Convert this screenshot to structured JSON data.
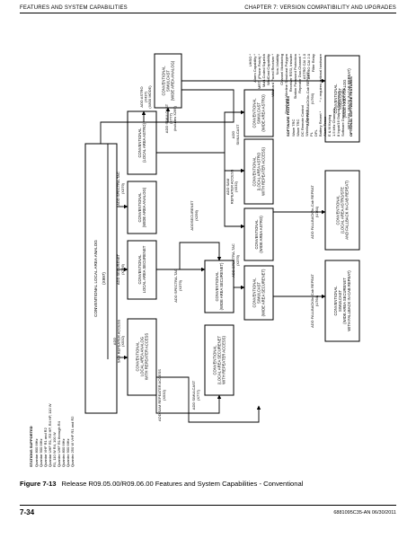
{
  "header": {
    "left": "Features and System Capabilities",
    "right": "Chapter 7: Version Compatibility and Upgrades"
  },
  "caption": {
    "label": "Figure 7-13",
    "text": "Release R09.05.00/R09.06.00 Features and System Capabilities - Conventional"
  },
  "footer": {
    "page_number": "7-34",
    "doc_ref": "6881095C35-AN   06/30/2011"
  },
  "stations": {
    "title": "STATIONS SUPPORTED",
    "items": [
      "Quantar 800 MHz",
      "Quantar 900 MHz",
      "Quantar VHF R1 and R2",
      "Quantar UHF R1, R3 HP, R4 HP, 110 W",
      "R1, 110 W R4, 100 W",
      "Quantro UHF R1 through R4",
      "Quantro 800 MHz",
      "Quantro 900 MHz",
      "Quantro 250 W VHF R1 and R2"
    ]
  },
  "software": {
    "title": "SOFTWARE FEATURES",
    "items": [
      "Wave TRC",
      "Wave TRC",
      "DC Remote Control",
      "Wireline Squelch",
      "PL",
      "DPL",
      "Battery Revert *",
      "Alarm Tones",
      "E & M Keying",
      "1.5 kHz Channels",
      "8 Input/16 Output Reference",
      "Software Download Capability"
    ],
    "optional_title": "OPTIONAL SOFTWARE FEATURES",
    "optional_items": [
      "UHSO *",
      "Alarm Capability *",
      "MRTI (Phone Patch) *",
      "Multi-Coded Squelch",
      "WildCard Capability",
      "Wildcard Paced Receiver *",
      "Non-Volatility",
      "Channel Monitoring",
      "Simulcast Wireline Simulcast Polygon",
      "Receiver RSSI, Intruder",
      "Station Password Protection",
      "Repeater Duo-Channel *",
      "ASTRO CAI 1.0",
      "ASTRO CAI 2.0",
      "Filter Relay"
    ],
    "footnote": "* = requires optional hardware"
  },
  "diagram": {
    "main_title": "CONVENTIONAL LOCAL AREA ANALOG",
    "main_code": "(X997)",
    "nodes": {
      "sam": [
        "CONVENTIONAL",
        "LOCAL AREA ANALOG",
        "WITH REPEATER ACCESS"
      ],
      "securenet": [
        "CONVENTIONAL",
        "LOCAL AREA SECURENET"
      ],
      "wide_analog_spectra": [
        "CONVENTIONAL",
        "(WIDE AREA ANALOG)"
      ],
      "astro_local": [
        "CONVENTIONAL",
        "(LOCAL AREA ASTRO)"
      ],
      "wide_analog_simulcast": [
        "CONVENTIONAL",
        "SIMULCAST",
        "(WIDE AREA ANALOG)"
      ],
      "local_sn_rep": [
        "CONVENTIONAL",
        "(LOCAL AREA SECURENET",
        "WITH REPEATER ACCESS)"
      ],
      "wide_securenet": [
        "CONVENTIONAL",
        "(WIDE AREA SECURENET)"
      ],
      "wide_astro_spectra": [
        "CONVENTIONAL",
        "(WIDE AREA ASTRO)"
      ],
      "astro_rep": [
        "CONVENTIONAL",
        "(LOCAL AREA ASTRO",
        "WITH REPEATER ACCESS)"
      ],
      "wide_astro_simulcast": [
        "CONVENTIONAL",
        "SIMULCAST",
        "(WIDE AREA ASTRO)"
      ],
      "wide_sn_simulcast": [
        "CONVENTIONAL",
        "SIMULCAST",
        "(WIDE AREA SECURENET)"
      ],
      "fb_securenet": [
        "CONVENTIONAL",
        "SIMULCAST",
        "(WIDE AREA SECURENET",
        "WITH FALLBACK IN-CAB REPEAT)"
      ],
      "fb_astro": [
        "CONVENTIONAL",
        "(LOCAL AREA ASTRO/STE",
        "AND FALLBACK IN-CAB REPEAT)"
      ],
      "fb_analog": [
        "CONVENTIONAL",
        "SIMULCAST",
        "(WIDE AREA ANALOG",
        "WITH FALLBACK IN-CAB REPEAT)"
      ]
    },
    "edges": {
      "add_sam": [
        "ADD",
        "SAM REPEATER ACCESS",
        "(X532)"
      ],
      "add_securenet": [
        "ADD SECURENET",
        "(X256)"
      ],
      "add_spectra_tac_1": [
        "ADD SPECTRA-TAC",
        "(X379)"
      ],
      "add_astro": [
        "ADD ASTRO",
        "(X437)",
        "(X800 MODE)"
      ],
      "add_simulcast_1": [
        "ADD SIMULCAST",
        "(X777)",
        "(includes X269)"
      ],
      "add_sam_1": [
        "ADD SAM REPEATER ACCESS",
        "(X532)"
      ],
      "add_spectra_tac_2": [
        "ADD SPECTRA-TAC",
        "(X379)"
      ],
      "add_securenet_2": [
        "ADDSECURENET",
        "(X256)"
      ],
      "add_sam_2": [
        "ADD SAM",
        "REPEATER ACCESS",
        "(X532)"
      ],
      "add_spectra_tac_3": [
        "ADD SPECTRA-TAC",
        "(X379)"
      ],
      "add_simulcast_2": [
        "ADD",
        "SIMULCAST"
      ],
      "add_simulcast_3": [
        "ADD SIMULCAST",
        "(X777)"
      ],
      "add_fb_1": [
        "ADD FALLBACK/In-Cab REPEAT",
        "(U764)"
      ],
      "add_fb_2": [
        "ADD FALLBACK/In-Cab REPEAT",
        "(U764)"
      ],
      "add_fb_3": [
        "ADD FALLBACK/In-Cab REPEAT",
        "(U764)"
      ]
    }
  }
}
